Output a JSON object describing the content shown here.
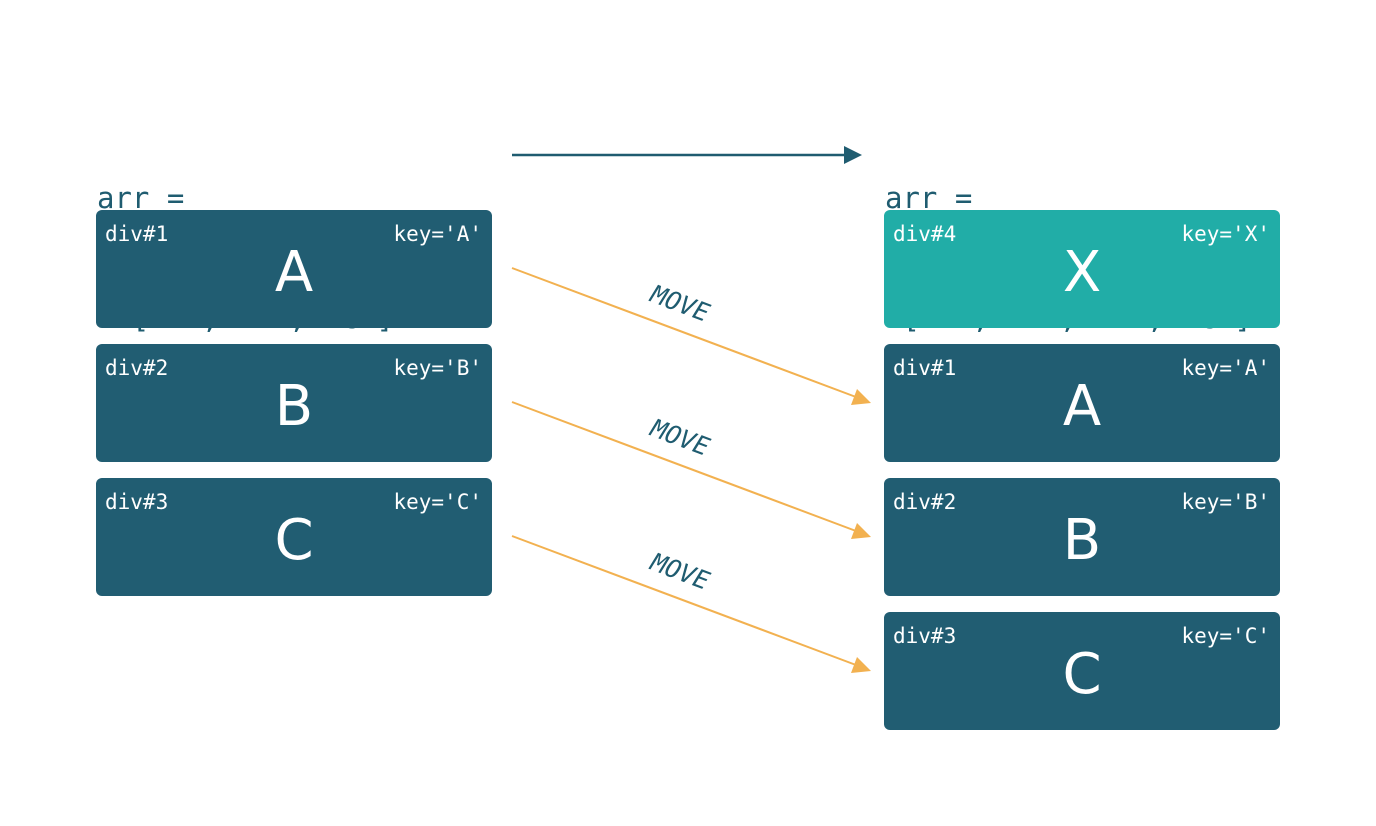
{
  "before": {
    "array_lines": [
      "arr =",
      "  ['A', 'B', 'C']"
    ],
    "items": [
      {
        "id": "div#1",
        "key": "key='A'",
        "letter": "A"
      },
      {
        "id": "div#2",
        "key": "key='B'",
        "letter": "B"
      },
      {
        "id": "div#3",
        "key": "key='C'",
        "letter": "C"
      }
    ]
  },
  "after": {
    "array_lines": [
      "arr =",
      " ['X', 'A', 'B', 'C']"
    ],
    "items": [
      {
        "id": "div#4",
        "key": "key='X'",
        "letter": "X",
        "is_new": true
      },
      {
        "id": "div#1",
        "key": "key='A'",
        "letter": "A"
      },
      {
        "id": "div#2",
        "key": "key='B'",
        "letter": "B"
      },
      {
        "id": "div#3",
        "key": "key='C'",
        "letter": "C"
      }
    ]
  },
  "move_labels": [
    "MOVE",
    "MOVE",
    "MOVE"
  ],
  "colors": {
    "existing_box": "#215d72",
    "new_box": "#21ada7",
    "text_dark": "#1f5c70",
    "move_arrow": "#f2b150",
    "main_arrow": "#1f5c70"
  }
}
